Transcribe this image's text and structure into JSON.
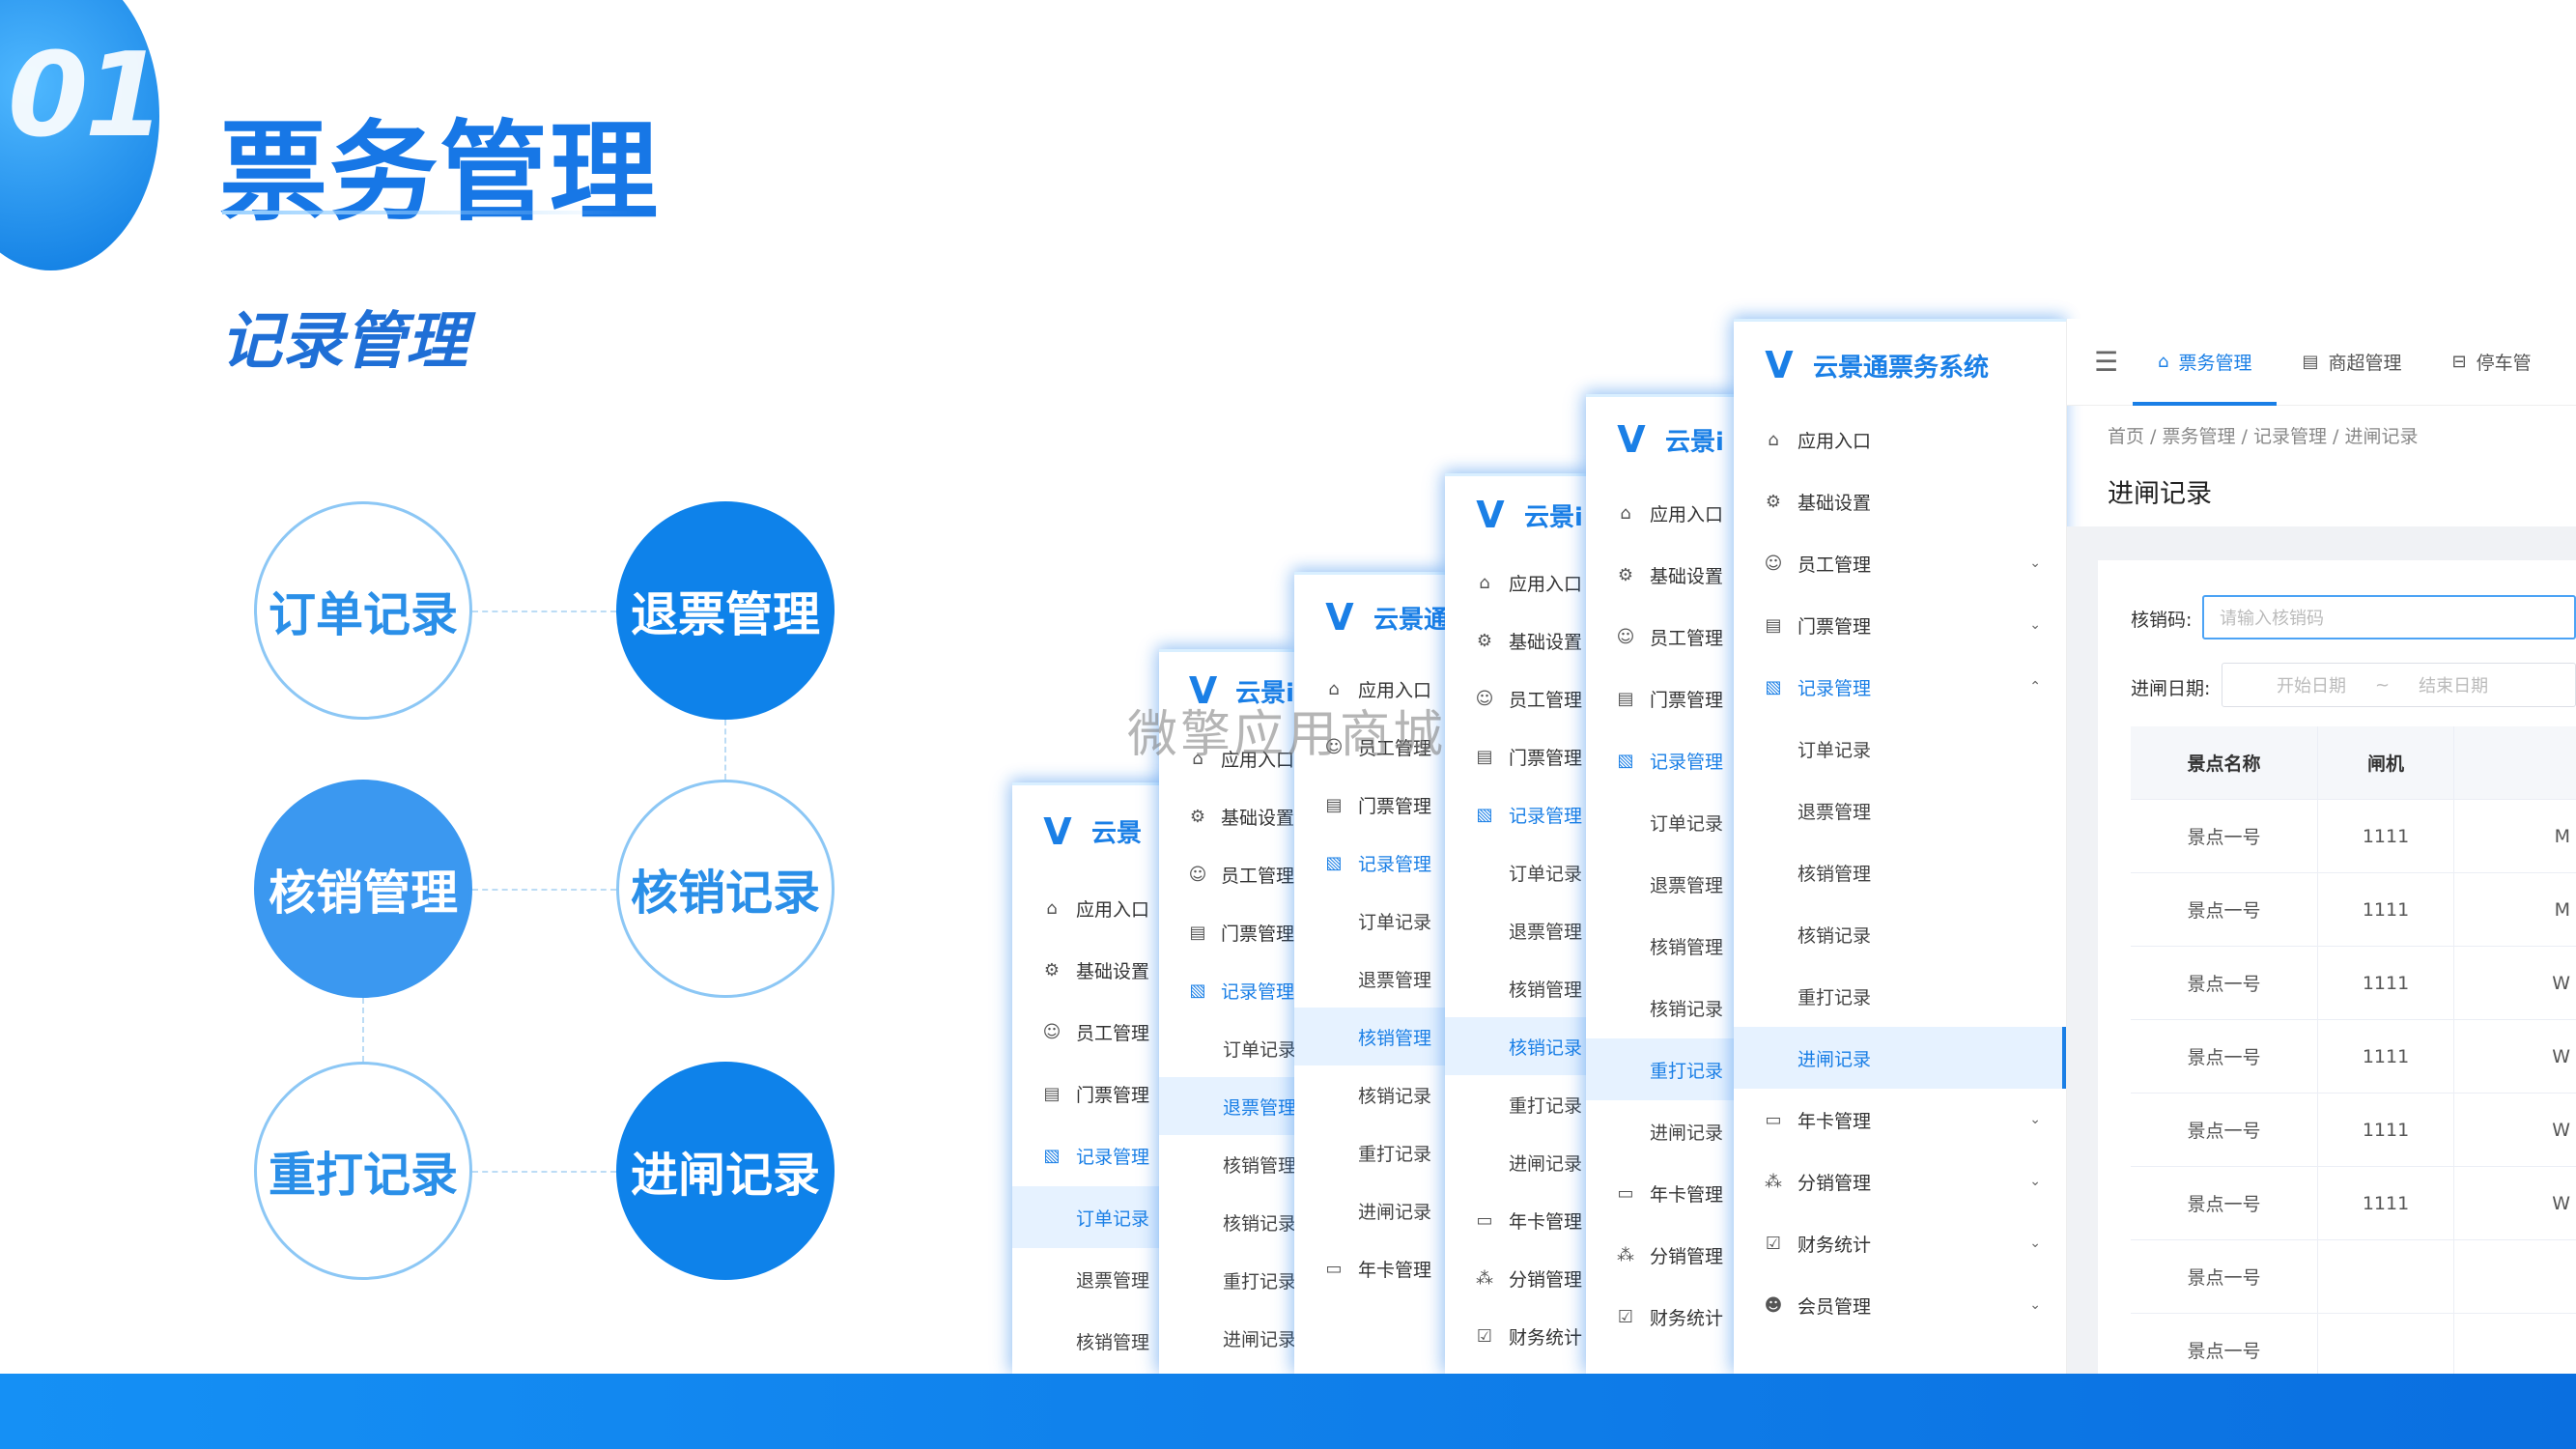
{
  "header": {
    "slide_number": "01",
    "title": "票务管理",
    "subtitle": "记录管理"
  },
  "nodes": {
    "order_record": "订单记录",
    "refund_mgmt": "退票管理",
    "verify_mgmt": "核销管理",
    "verify_record": "核销记录",
    "reprint_record": "重打记录",
    "gate_record": "进闸记录"
  },
  "brand": {
    "full": "云景通票务系统",
    "short": "云景通",
    "mid": "云景i",
    "tiny": "云景"
  },
  "menu": {
    "app_entry": "应用入口",
    "basic_settings": "基础设置",
    "staff_mgmt": "员工管理",
    "ticket_mgmt": "门票管理",
    "record_mgmt": "记录管理",
    "order_record": "订单记录",
    "refund_mgmt": "退票管理",
    "verify_mgmt": "核销管理",
    "verify_record": "核销记录",
    "reprint_record": "重打记录",
    "gate_record": "进闸记录",
    "annual_card": "年卡管理",
    "distribution": "分销管理",
    "finance": "财务统计",
    "member": "会员管理"
  },
  "topbar": {
    "tab_ticket": "票务管理",
    "tab_shop": "商超管理",
    "tab_parking": "停车管"
  },
  "breadcrumb": "首页 / 票务管理 / 记录管理 / 进闸记录",
  "page_heading": "进闸记录",
  "form": {
    "code_label": "核销码:",
    "code_placeholder": "请输入核销码",
    "date_label": "进闸日期:",
    "start_placeholder": "开始日期",
    "date_sep": "~",
    "end_placeholder": "结束日期"
  },
  "table": {
    "headers": [
      "景点名称",
      "闸机"
    ],
    "rows": [
      [
        "景点一号",
        "1111",
        "M"
      ],
      [
        "景点一号",
        "1111",
        "M"
      ],
      [
        "景点一号",
        "1111",
        "W"
      ],
      [
        "景点一号",
        "1111",
        "W"
      ],
      [
        "景点一号",
        "1111",
        "W"
      ],
      [
        "景点一号",
        "1111",
        "W"
      ],
      [
        "景点一号",
        "",
        ""
      ],
      [
        "景点一号",
        "",
        ""
      ]
    ]
  },
  "watermark": "微擎应用商城",
  "colors": {
    "primary": "#1a7fe6",
    "accent_bar": "#0a6fe0",
    "node_fill": "#0e82ea"
  }
}
